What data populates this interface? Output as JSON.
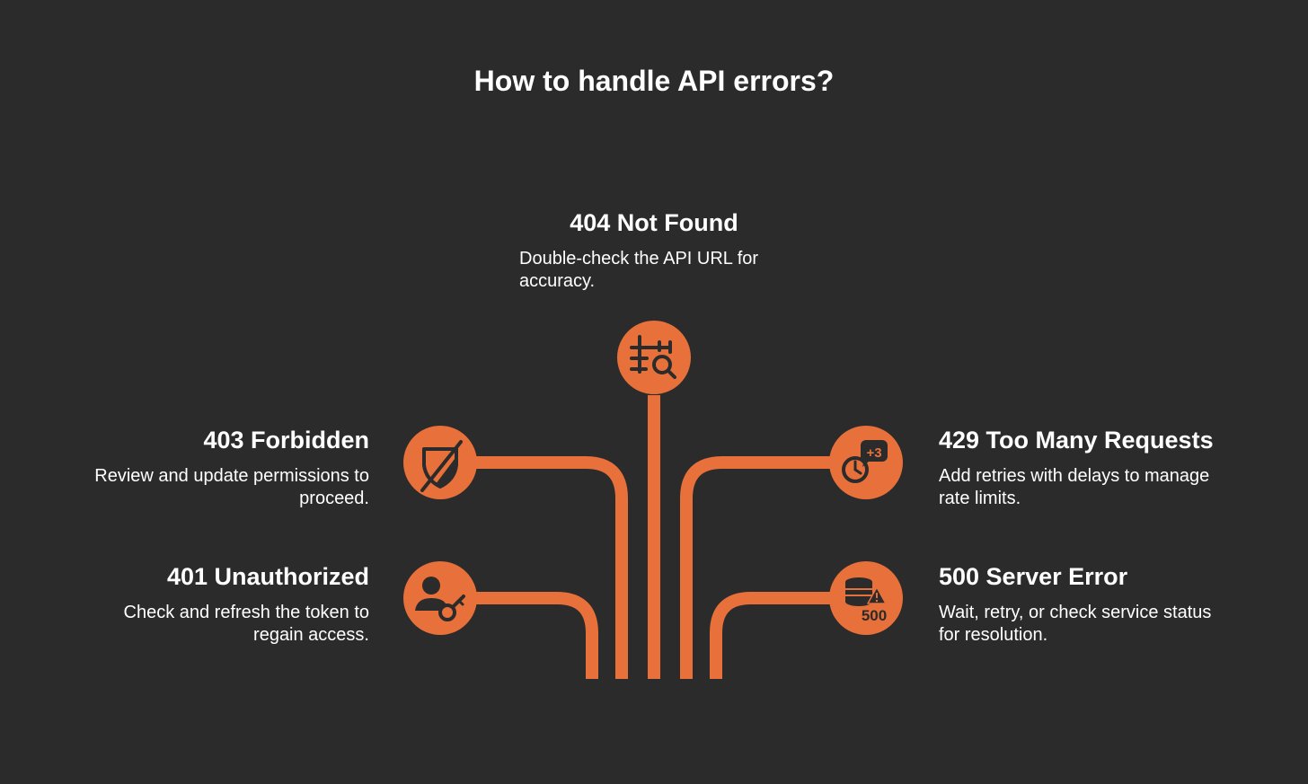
{
  "title": "How to handle API errors?",
  "colors": {
    "background": "#2b2b2b",
    "accent": "#e8703a",
    "icon_ink": "#2b2b2b",
    "text": "#ffffff"
  },
  "items": [
    {
      "code_title": "404 Not Found",
      "description": "Double-check the API URL for accuracy.",
      "icon": "url-search-icon"
    },
    {
      "code_title": "403 Forbidden",
      "description": "Review and update permissions to proceed.",
      "icon": "shield-off-icon"
    },
    {
      "code_title": "401 Unauthorized",
      "description": "Check and refresh the token to regain access.",
      "icon": "user-key-icon"
    },
    {
      "code_title": "429 Too Many Requests",
      "description": "Add retries with delays to manage rate limits.",
      "icon": "clock-plus-three-icon",
      "icon_text": "+3"
    },
    {
      "code_title": "500 Server Error",
      "description": "Wait, retry, or check service status for resolution.",
      "icon": "database-warning-icon",
      "icon_text": "500"
    }
  ]
}
